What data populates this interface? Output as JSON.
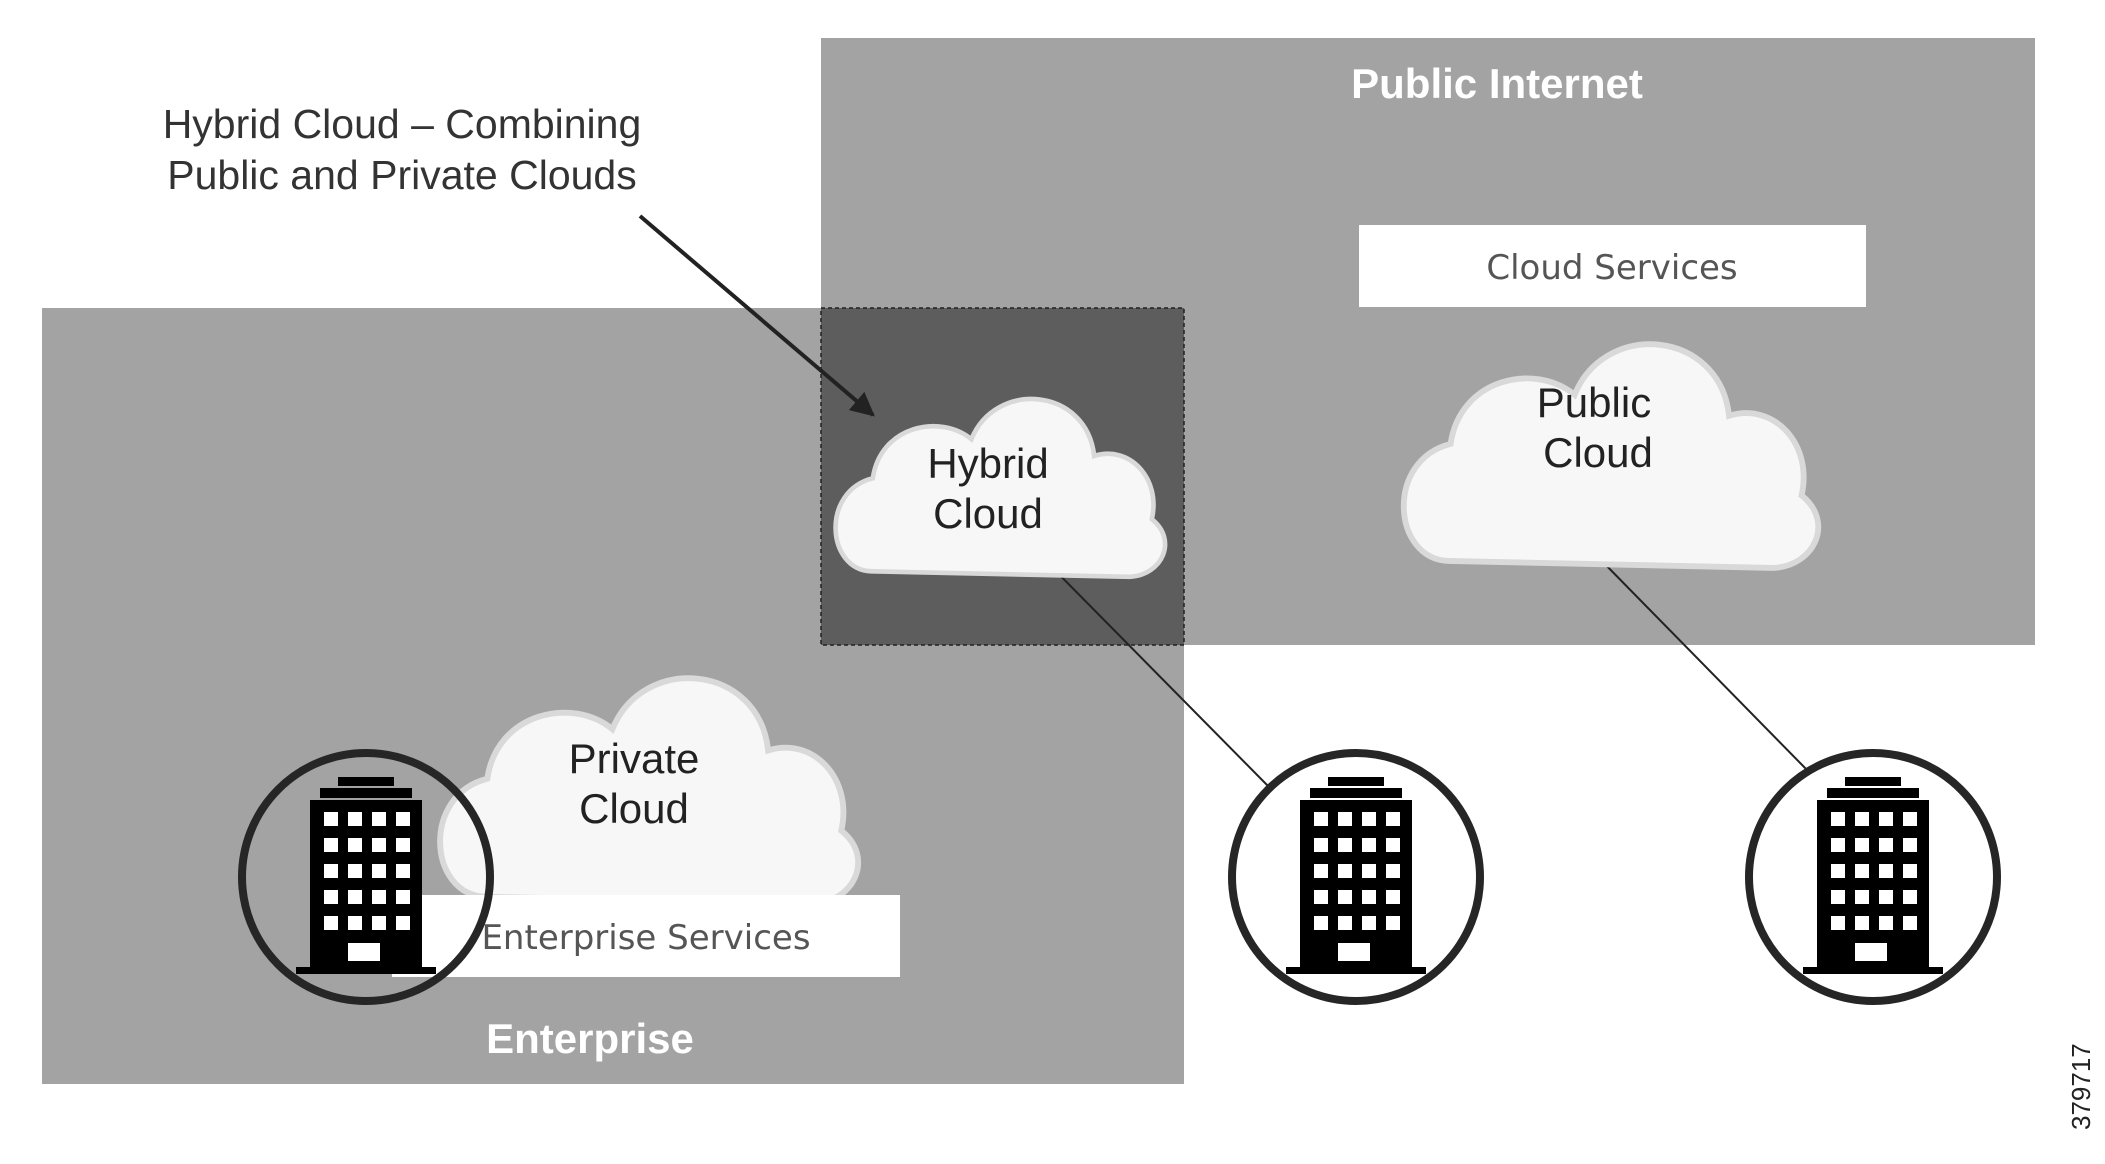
{
  "regions": {
    "public_internet": {
      "title": "Public Internet"
    },
    "enterprise": {
      "title": "Enterprise"
    }
  },
  "services": {
    "cloud_services": "Cloud Services",
    "enterprise_services": "Enterprise Services"
  },
  "clouds": {
    "hybrid": {
      "line1": "Hybrid",
      "line2": "Cloud"
    },
    "public": {
      "line1": "Public",
      "line2": "Cloud"
    },
    "private": {
      "line1": "Private",
      "line2": "Cloud"
    }
  },
  "callout": {
    "line1": "Hybrid Cloud – Combining",
    "line2": "Public and Private Clouds"
  },
  "figure_id": "379717",
  "colors": {
    "region_fill": "#a3a3a3",
    "overlap_fill": "#5d5d5d",
    "cloud_fill": "#f7f7f7",
    "cloud_stroke": "#d9d9d9",
    "icon": "#000000",
    "circle_stroke": "#262626"
  },
  "icons": {
    "building": "office-building-icon",
    "cloud": "cloud-icon"
  }
}
